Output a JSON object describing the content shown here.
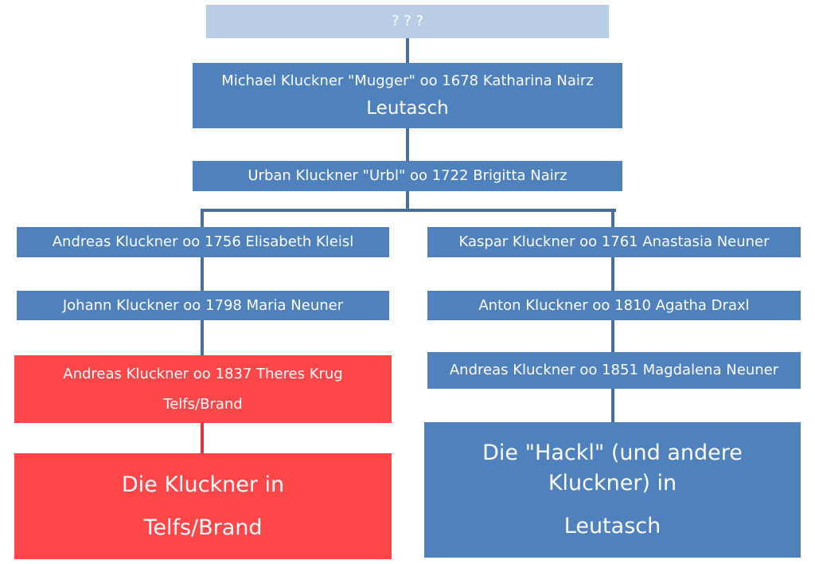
{
  "tree": {
    "root": "? ? ?",
    "gen1": {
      "line1": "Michael Kluckner \"Mugger\" oo 1678 Katharina Nairz",
      "line2": "Leutasch"
    },
    "gen2": "Urban Kluckner \"Urbl\" oo 1722 Brigitta Nairz",
    "left": {
      "gen3": "Andreas Kluckner oo 1756 Elisabeth Kleisl",
      "gen4": "Johann Kluckner oo 1798 Maria Neuner",
      "gen5": {
        "line1": "Andreas Kluckner oo 1837 Theres Krug",
        "line2": "Telfs/Brand"
      },
      "summary": {
        "line1": "Die Kluckner in",
        "line2": "Telfs/Brand"
      }
    },
    "right": {
      "gen3": "Kaspar Kluckner oo 1761 Anastasia Neuner",
      "gen4": "Anton Kluckner oo 1810 Agatha Draxl",
      "gen5": "Andreas Kluckner oo 1851 Magdalena Neuner",
      "summary": {
        "line1": "Die \"Hackl\" (und andere",
        "line2": "Kluckner) in",
        "line3": "Leutasch"
      }
    }
  },
  "colors": {
    "node_blue": "#4f81bd",
    "node_light_blue": "#b9cde5",
    "node_red": "#ff474a",
    "connector": "#4a6f9c"
  }
}
